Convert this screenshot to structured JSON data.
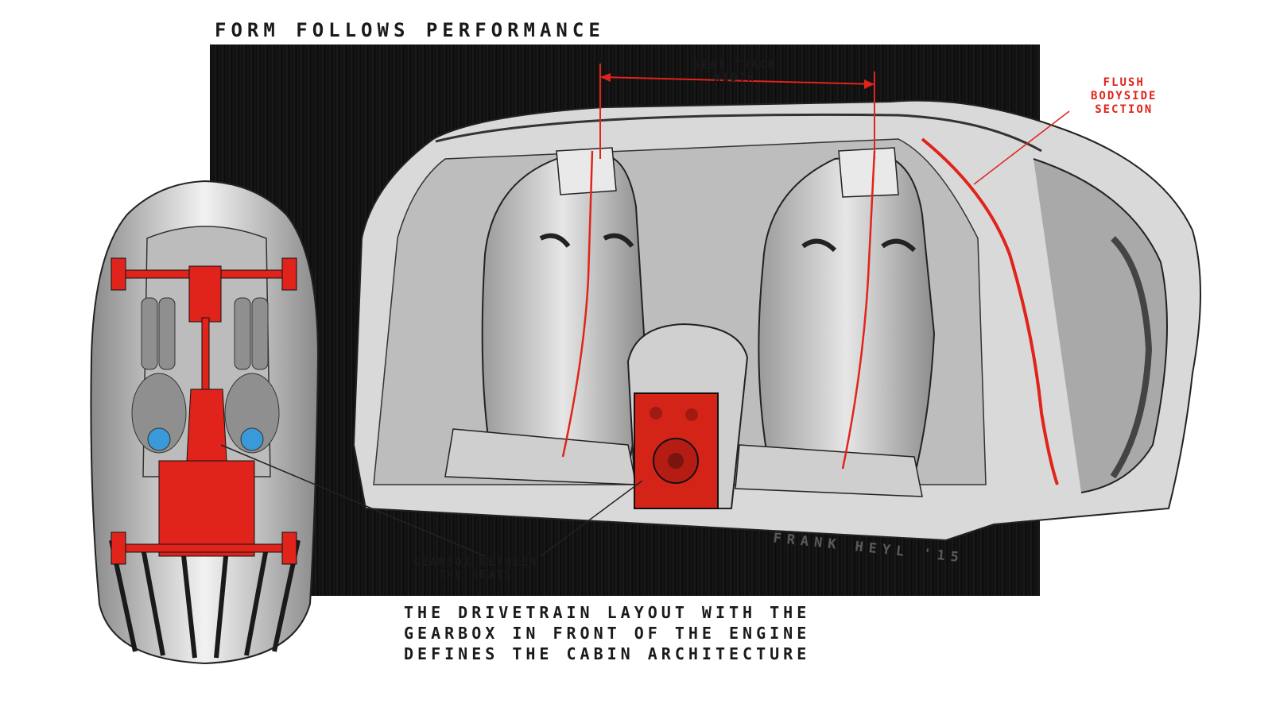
{
  "title": "FORM FOLLOWS PERFORMANCE",
  "labels": {
    "seat_track": [
      "SEAT TRACK",
      "WIDTH"
    ],
    "flush_bodyside": [
      "FLUSH",
      "BODYSIDE",
      "SECTION"
    ],
    "gearbox": [
      "GEARBOX BETWEEN",
      "THE SEATS"
    ],
    "signature": "FRANK HEYL '15"
  },
  "caption": [
    "THE DRIVETRAIN LAYOUT WITH THE",
    "GEARBOX IN FRONT OF THE ENGINE",
    "DEFINES THE CABIN ARCHITECTURE"
  ],
  "colors": {
    "accent_red": "#e0241b",
    "panel_black": "#111111",
    "ink": "#1a1a1a",
    "seatbelt_blue": "#3a9ad9"
  }
}
